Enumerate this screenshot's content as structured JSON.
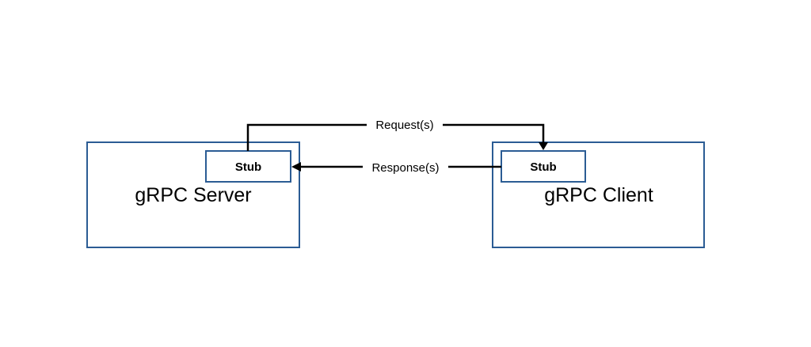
{
  "server": {
    "title": "gRPC Server",
    "stub_label": "Stub"
  },
  "client": {
    "title": "gRPC Client",
    "stub_label": "Stub"
  },
  "edges": {
    "request_label": "Request(s)",
    "response_label": "Response(s)"
  },
  "colors": {
    "box_border": "#2b5c94",
    "connector": "#000000"
  }
}
